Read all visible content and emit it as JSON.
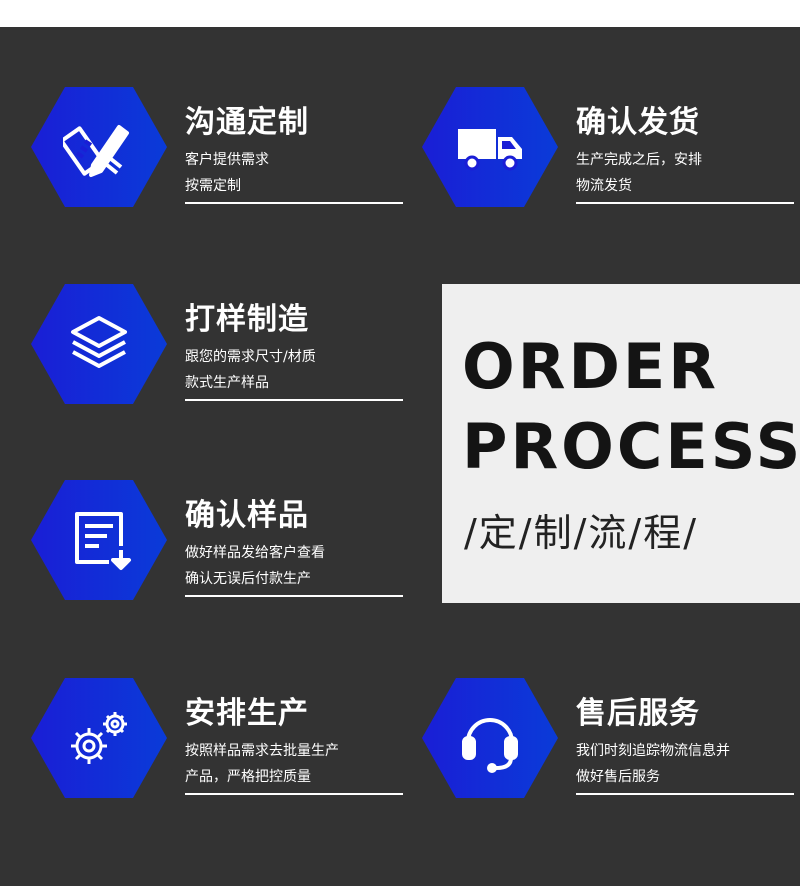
{
  "colors": {
    "background": "#333333",
    "accent_dark": "#1a1ed6",
    "accent_light": "#0a3bd8",
    "text": "#ffffff"
  },
  "steps": [
    {
      "title": "沟通定制",
      "line1": "客户提供需求",
      "line2": "按需定制",
      "icon": "pencil-ruler-icon"
    },
    {
      "title": "确认发货",
      "line1": "生产完成之后，安排",
      "line2": "物流发货",
      "icon": "truck-icon"
    },
    {
      "title": "打样制造",
      "line1": "跟您的需求尺寸/材质",
      "line2": "款式生产样品",
      "icon": "layers-icon"
    },
    {
      "title": "确认样品",
      "line1": "做好样品发给客户查看",
      "line2": "确认无误后付款生产",
      "icon": "document-download-icon"
    },
    {
      "title": "安排生产",
      "line1": "按照样品需求去批量生产",
      "line2": "产品，严格把控质量",
      "icon": "gears-icon"
    },
    {
      "title": "售后服务",
      "line1": "我们时刻追踪物流信息并",
      "line2": "做好售后服务",
      "icon": "headset-icon"
    }
  ],
  "order": {
    "line1": "ORDER",
    "line2": "PROCESS",
    "cn": "/定/制/流/程/"
  }
}
